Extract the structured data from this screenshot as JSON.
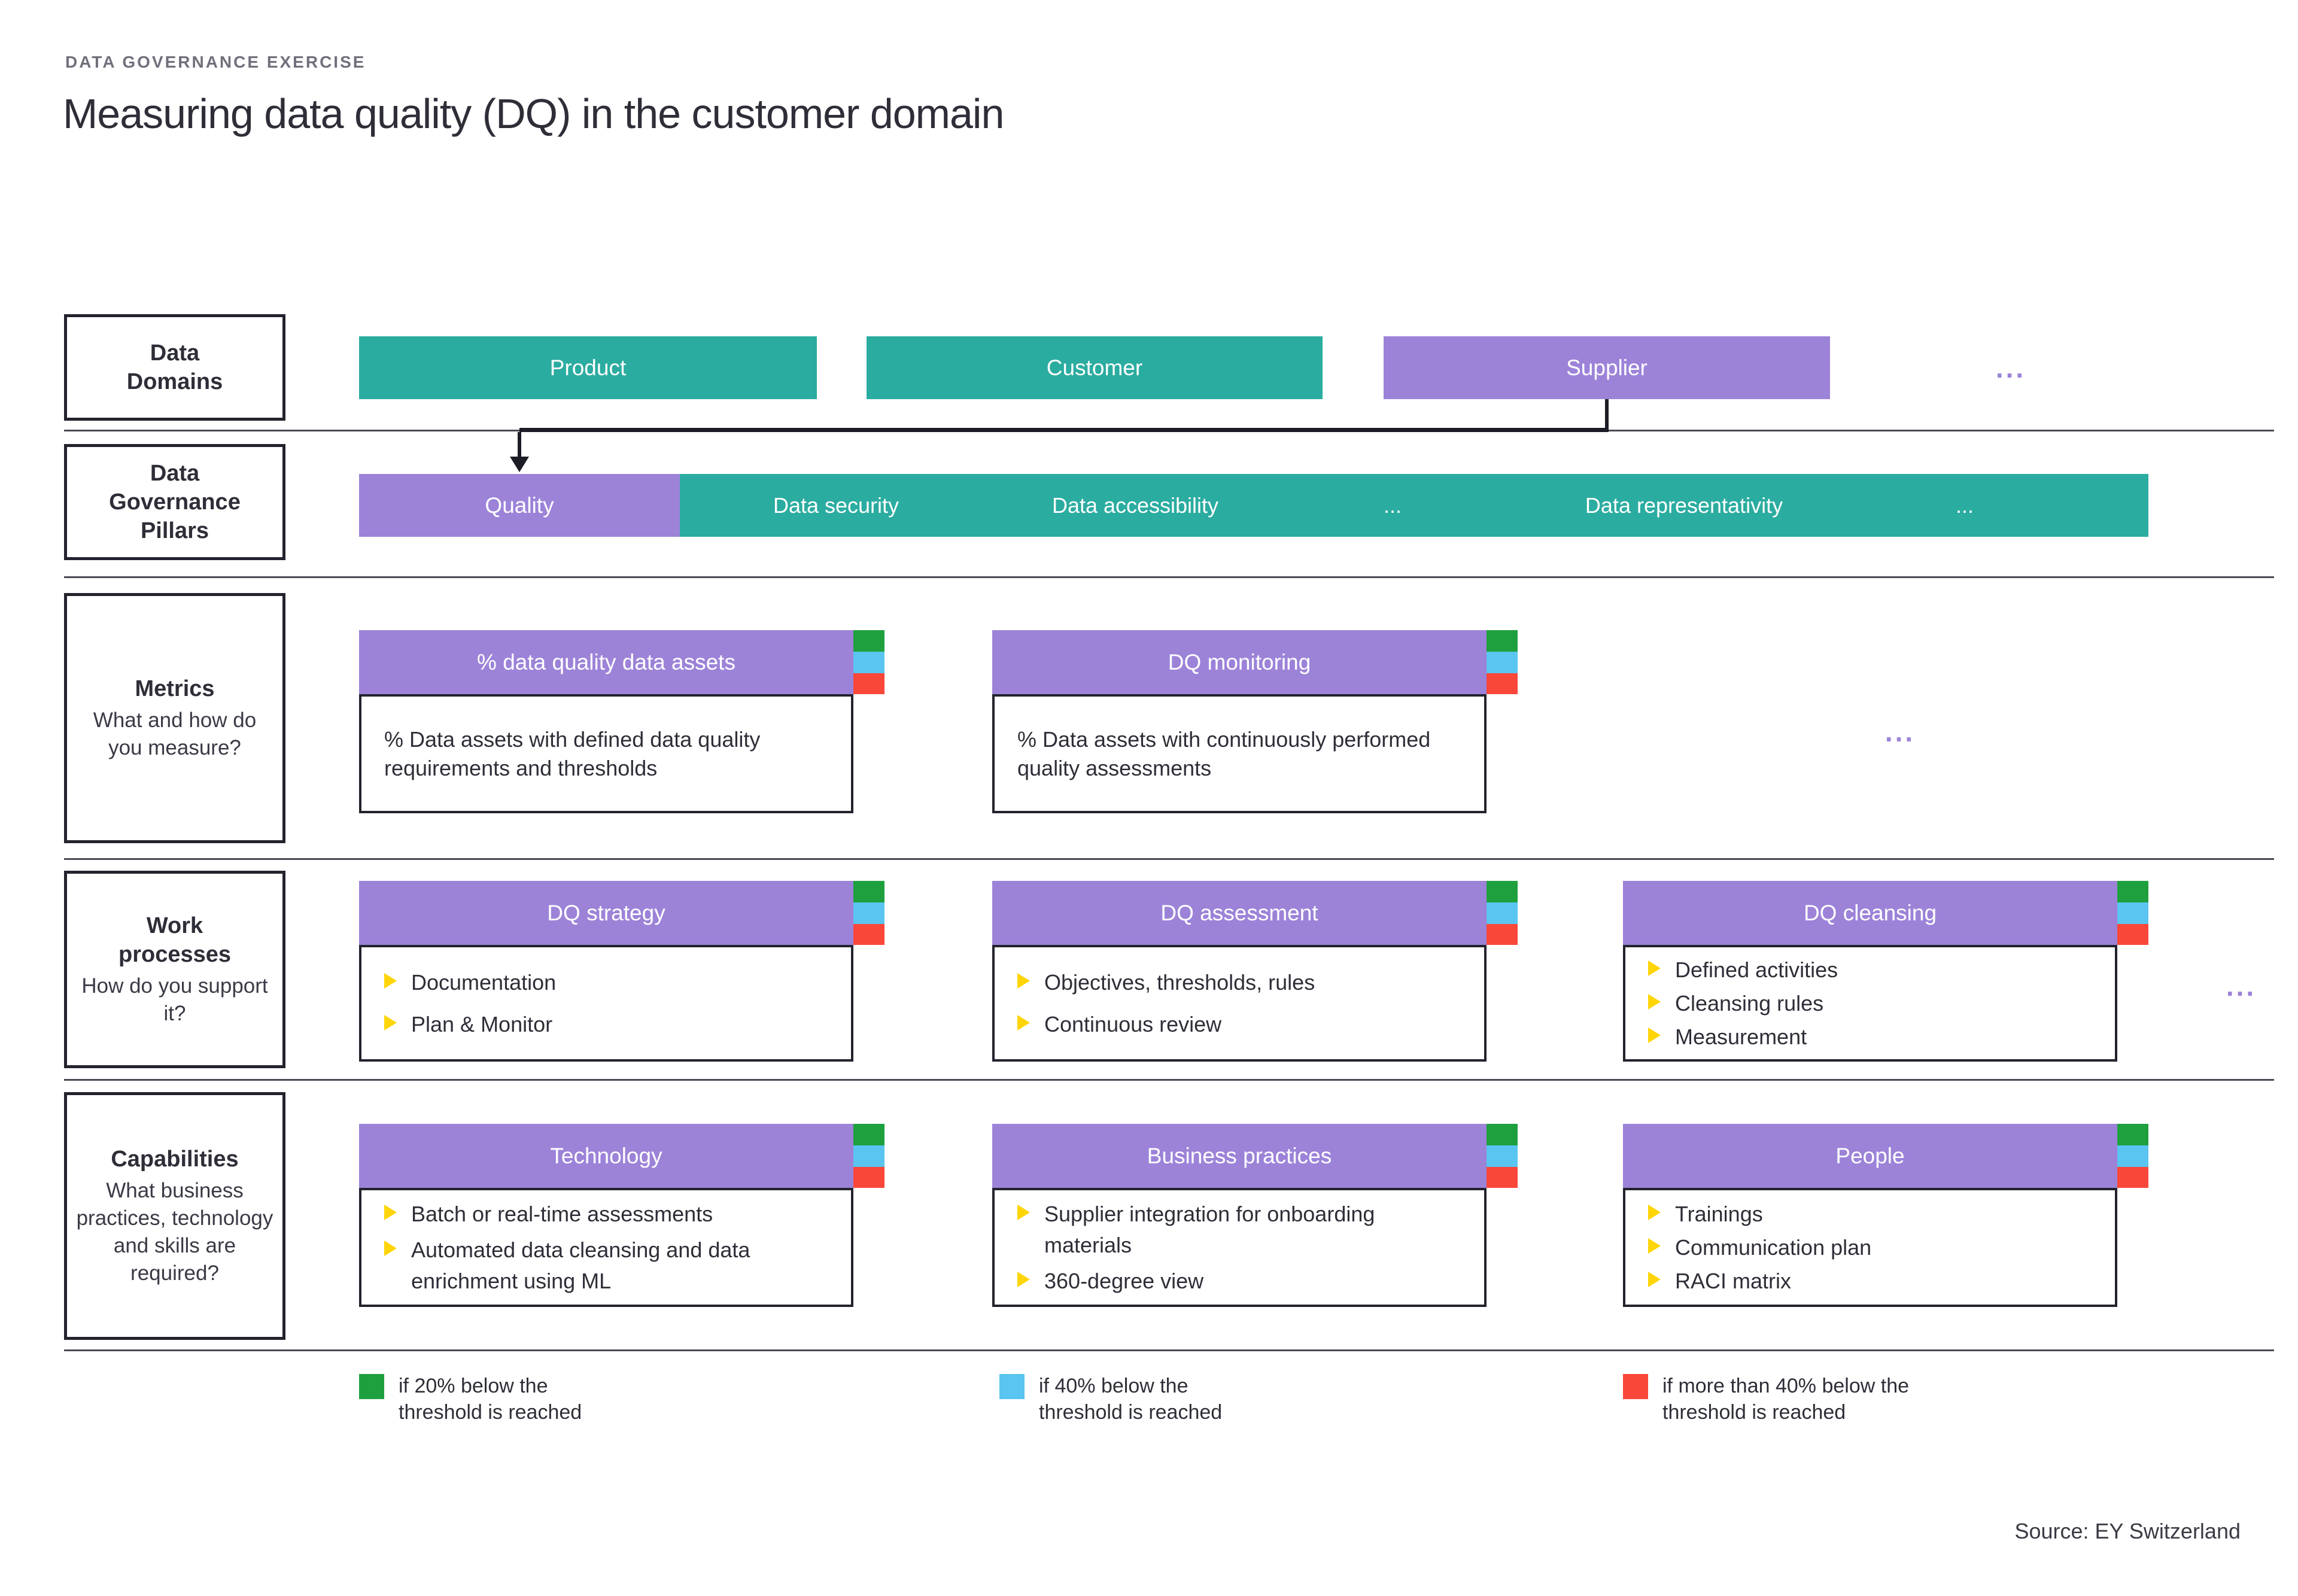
{
  "page": {
    "eyebrow": "DATA GOVERNANCE EXERCISE",
    "title": "Measuring data quality (DQ) in the customer domain",
    "source": "Source: EY Switzerland"
  },
  "colors": {
    "teal": "#2BACA0",
    "purple": "#9C83D8",
    "dark": "#2E2E38",
    "yellow": "#FFD508",
    "green": "#1EA03F",
    "blue": "#59C5F0",
    "red": "#F9473A"
  },
  "domains": {
    "label_lines": {
      "0": "Data",
      "1": "Domains"
    },
    "items": [
      {
        "label": "Product",
        "highlighted": false
      },
      {
        "label": "Customer",
        "highlighted": false
      },
      {
        "label": "Supplier",
        "highlighted": true
      }
    ],
    "ellipsis": "..."
  },
  "pillars": {
    "label_lines": {
      "0": "Data",
      "1": "Governance",
      "2": "Pillars"
    },
    "selected": "Quality",
    "items": [
      "Data security",
      "Data accessibility",
      "...",
      "Data representativity",
      "..."
    ]
  },
  "metrics": {
    "label_lines": {
      "0": "Metrics"
    },
    "question": "What and how do you measure?",
    "cards": [
      {
        "title": "% data quality data assets",
        "description": "% Data assets with defined data quality requirements and thresholds"
      },
      {
        "title": "DQ monitoring",
        "description": "% Data assets with continuously performed quality assessments"
      }
    ],
    "ellipsis": "..."
  },
  "work": {
    "label_lines": {
      "0": "Work",
      "1": "processes"
    },
    "question": "How do you support it?",
    "cards": [
      {
        "title": "DQ strategy",
        "bullets": [
          "Documentation",
          "Plan & Monitor"
        ]
      },
      {
        "title": "DQ assessment",
        "bullets": [
          "Objectives, thresholds, rules",
          "Continuous review"
        ]
      },
      {
        "title": "DQ cleansing",
        "bullets": [
          "Defined activities",
          "Cleansing rules",
          "Measurement"
        ]
      }
    ],
    "ellipsis": "..."
  },
  "capabilities": {
    "label_lines": {
      "0": "Capabilities"
    },
    "question": "What business practices, technology and skills are required?",
    "cards": [
      {
        "title": "Technology",
        "bullets": [
          "Batch or real-time assessments",
          "Automated data cleansing and data enrichment using ML"
        ]
      },
      {
        "title": "Business practices",
        "bullets": [
          "Supplier integration for onboarding materials",
          "360-degree view"
        ]
      },
      {
        "title": "People",
        "bullets": [
          "Trainings",
          "Communication plan",
          "RACI matrix"
        ]
      }
    ]
  },
  "legend": [
    {
      "color_key": "green",
      "text": "if 20% below the\nthreshold is reached"
    },
    {
      "color_key": "blue",
      "text": "if 40% below the\nthreshold is reached"
    },
    {
      "color_key": "red",
      "text": "if more than 40% below the\nthreshold is reached"
    }
  ]
}
